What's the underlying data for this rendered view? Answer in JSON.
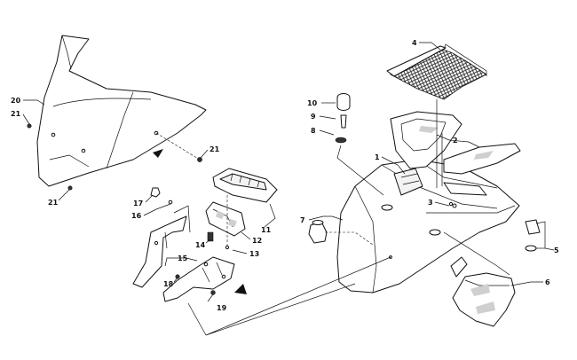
{
  "diagram": {
    "callouts": [
      {
        "id": "c1",
        "label": "1"
      },
      {
        "id": "c2",
        "label": "2"
      },
      {
        "id": "c3",
        "label": "3"
      },
      {
        "id": "c4",
        "label": "4"
      },
      {
        "id": "c5",
        "label": "5"
      },
      {
        "id": "c6",
        "label": "6"
      },
      {
        "id": "c7",
        "label": "7"
      },
      {
        "id": "c8",
        "label": "8"
      },
      {
        "id": "c9",
        "label": "9"
      },
      {
        "id": "c10",
        "label": "10"
      },
      {
        "id": "c11",
        "label": "11"
      },
      {
        "id": "c12",
        "label": "12"
      },
      {
        "id": "c13",
        "label": "13"
      },
      {
        "id": "c14",
        "label": "14"
      },
      {
        "id": "c15",
        "label": "15"
      },
      {
        "id": "c16",
        "label": "16"
      },
      {
        "id": "c17",
        "label": "17"
      },
      {
        "id": "c18",
        "label": "18"
      },
      {
        "id": "c19",
        "label": "19"
      },
      {
        "id": "c20",
        "label": "20"
      },
      {
        "id": "c21a",
        "label": "21"
      },
      {
        "id": "c21b",
        "label": "21"
      },
      {
        "id": "c21c",
        "label": "21"
      }
    ]
  }
}
